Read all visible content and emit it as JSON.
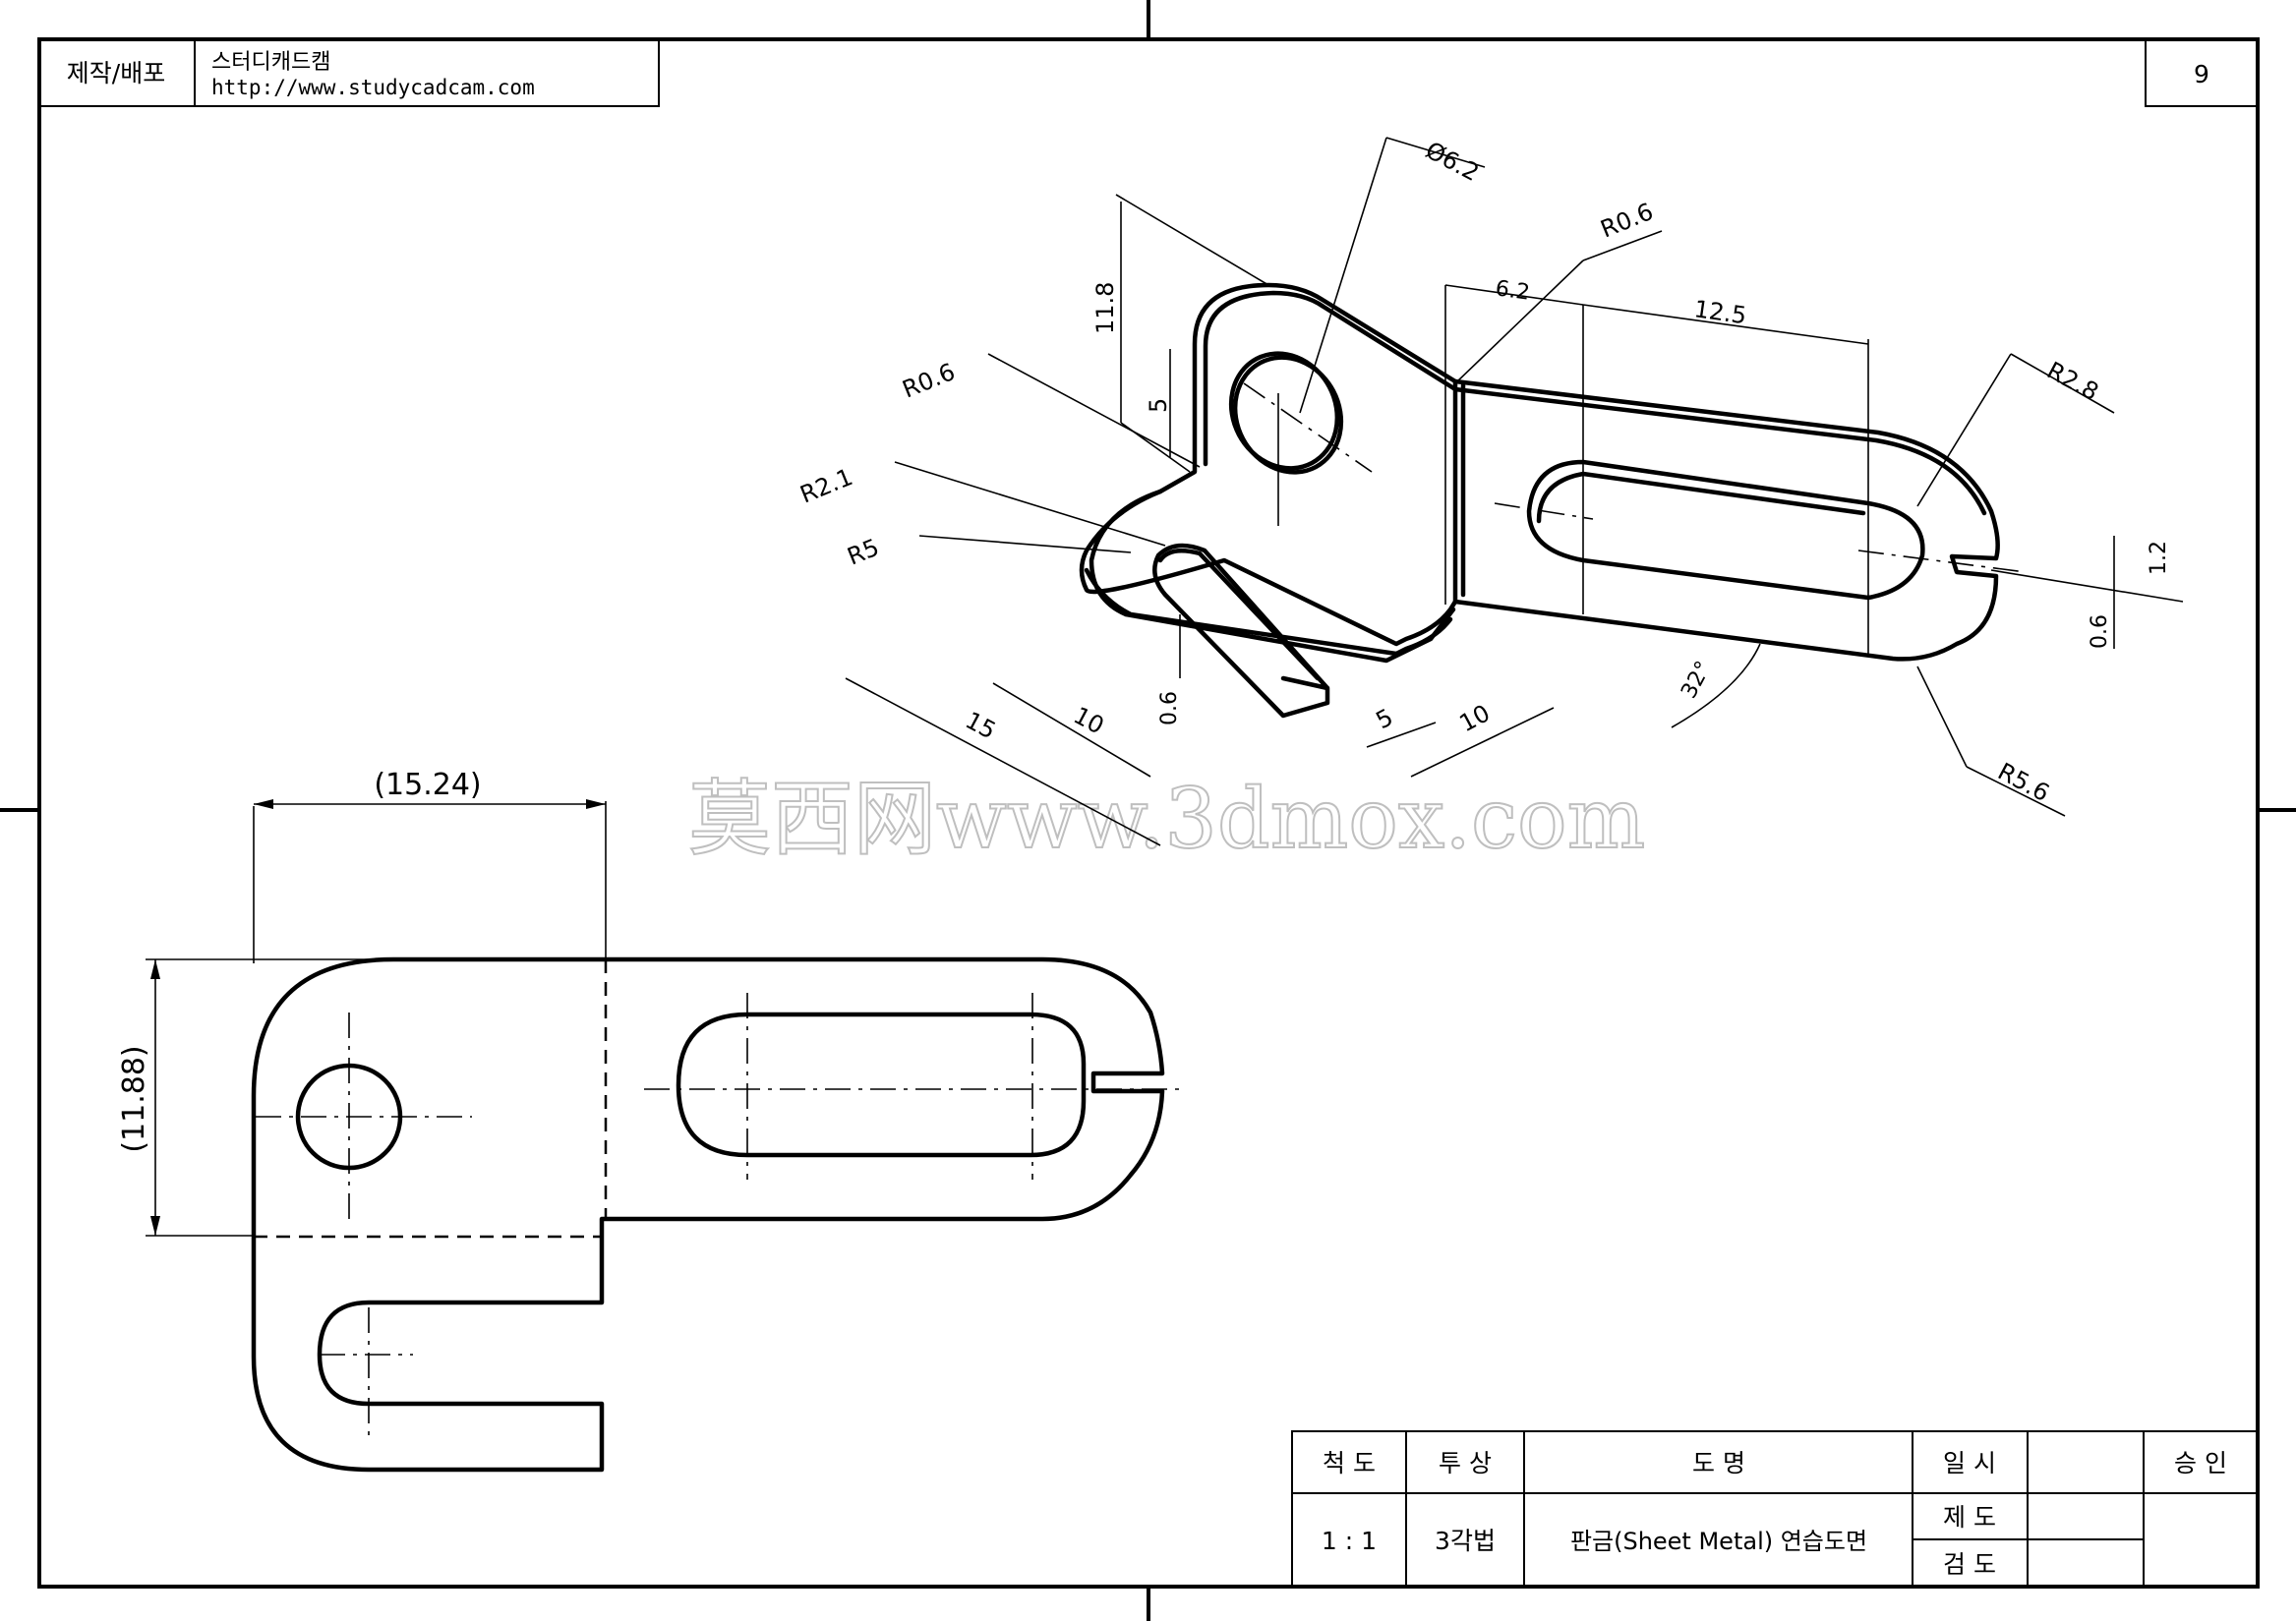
{
  "header": {
    "maker_label": "제작/배포",
    "maker_name": "스터디캐드캠",
    "maker_url": "http://www.studycadcam.com",
    "page_number": "9"
  },
  "watermark": "莫西网www.3dmox.com",
  "iso_dims": {
    "hole_dia": "Ø6.2",
    "r06_top": "R0.6",
    "r06_left": "R0.6",
    "r21": "R2.1",
    "r5": "R5",
    "r28": "R2.8",
    "r56": "R5.6",
    "h118": "11.8",
    "h5": "5",
    "w62": "6.2",
    "w125": "12.5",
    "d15": "15",
    "d10a": "10",
    "d5": "5",
    "d10b": "10",
    "t06a": "0.6",
    "t06b": "0.6",
    "g12": "1.2",
    "angle": "32°"
  },
  "flat_dims": {
    "width": "(15.24)",
    "height": "(11.88)"
  },
  "title_block": {
    "scale_label": "척  도",
    "projection_label": "투  상",
    "name_label": "도      명",
    "date_label": "일  시",
    "approve_label": "승  인",
    "scale_value": "1 : 1",
    "projection_value": "3각법",
    "drawing_name": "판금(Sheet Metal) 연습도면",
    "drawn_label": "제  도",
    "checked_label": "검  도"
  }
}
